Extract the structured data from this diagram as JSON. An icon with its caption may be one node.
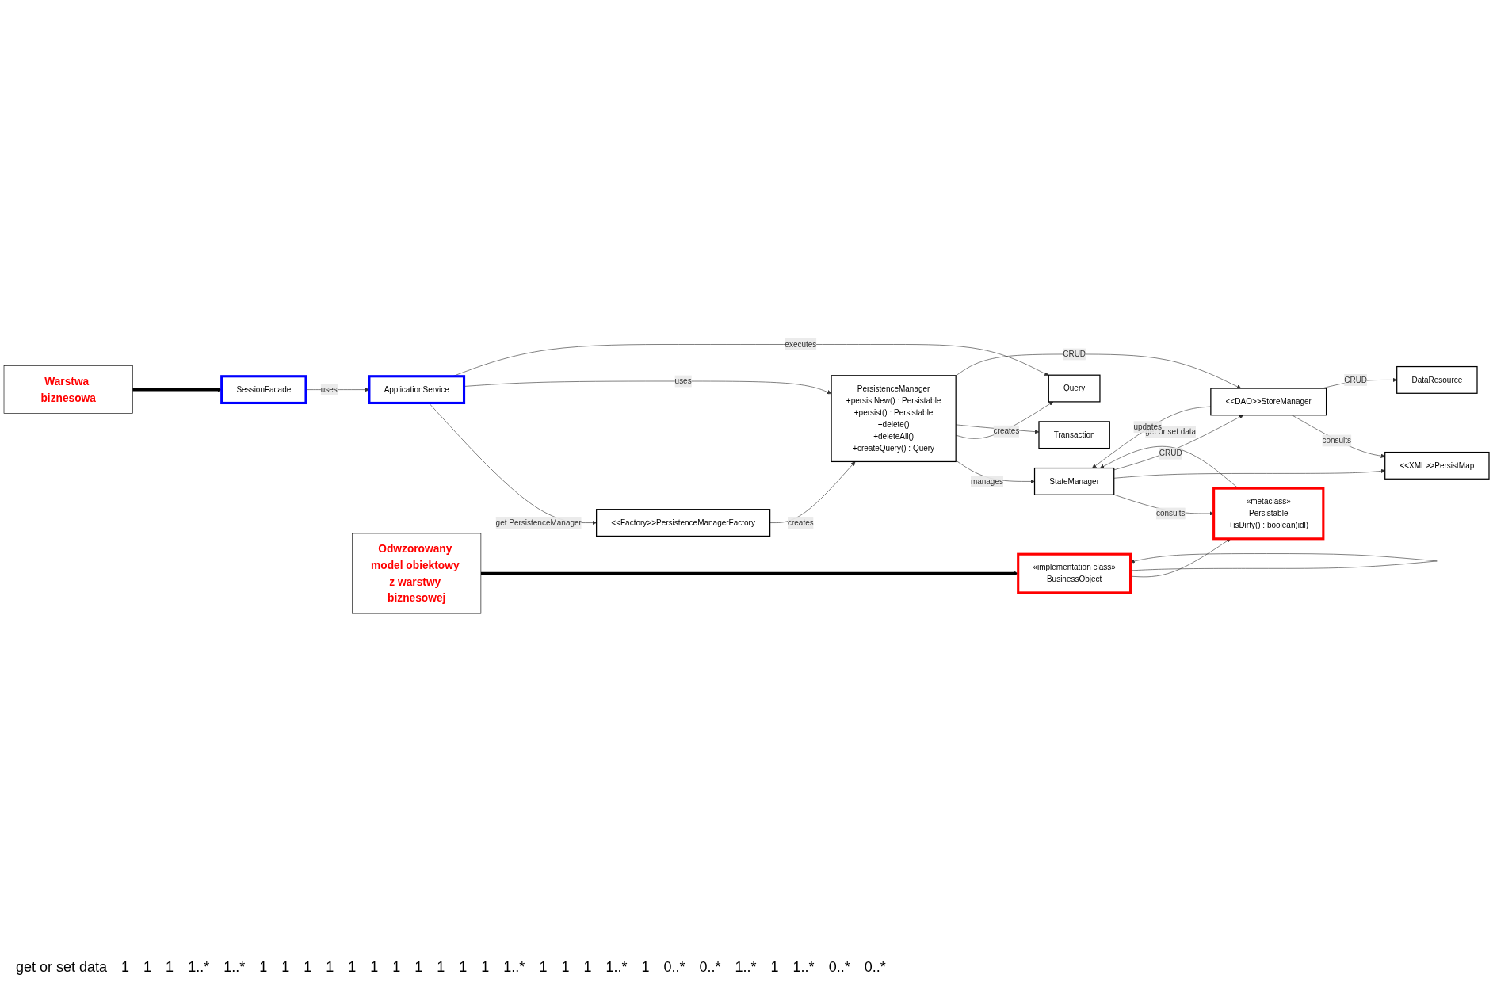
{
  "diagram": {
    "nodes": [
      {
        "text": [
          "<<Factory>>PersistenceManagerFactory"
        ]
      },
      {
        "text": [
          "PersistenceManager",
          "+persistNew() : Persistable",
          "+persist() : Persistable",
          "+delete()",
          "+deleteAll()",
          "+createQuery() : Query"
        ]
      },
      {
        "text": [
          "StateManager"
        ]
      },
      {
        "text": [
          "«metaclass»",
          "Persistable",
          "+isDirty() : boolean(idl)"
        ]
      },
      {
        "text": [
          "ApplicationService"
        ]
      },
      {
        "text": [
          "<<XML>>PersistMap"
        ]
      },
      {
        "text": [
          "<<DAO>>StoreManager"
        ]
      },
      {
        "text": [
          "SessionFacade"
        ]
      },
      {
        "text": [
          "Query"
        ]
      },
      {
        "text": [
          "Transaction"
        ]
      },
      {
        "text": [
          "DataResource"
        ]
      },
      {
        "text": [
          "«implementation class»",
          "BusinessObject"
        ]
      },
      {
        "text": [
          "Warstwa biznesowa"
        ]
      },
      {
        "text": [
          "Odwzorowany model obiektowy z warstwy biznesowej"
        ]
      }
    ],
    "edges": [
      {
        "from": 0,
        "to": 1,
        "arrow": "to",
        "label": "creates"
      },
      {
        "from": 4,
        "to": 0,
        "arrow": "to",
        "label": "get PersistenceManager"
      },
      {
        "from": 4,
        "to": 1,
        "arrow": "to",
        "label": "uses"
      },
      {
        "from": 4,
        "to": 8,
        "arrow": "to",
        "label": "executes"
      },
      {
        "from": 7,
        "to": 4,
        "arrow": "to",
        "label": "uses"
      },
      {
        "from": 1,
        "to": 2,
        "arrow": "to",
        "label": "manages"
      },
      {
        "from": 1,
        "to": 8,
        "arrow": "to",
        "label": "creates"
      },
      {
        "from": 1,
        "to": 9,
        "arrow": "to"
      },
      {
        "from": 1,
        "to": 6,
        "arrow": "to",
        "label": "CRUD"
      },
      {
        "from": 3,
        "to": 2,
        "arrow": "to",
        "label": "get or set data"
      },
      {
        "from": 2,
        "to": 3,
        "arrow": "to",
        "label": "consults"
      },
      {
        "from": 2,
        "to": 5,
        "arrow": "to"
      },
      {
        "from": 2,
        "to": 6,
        "arrow": "to",
        "label": "CRUD"
      },
      {
        "from": 6,
        "to": 2,
        "arrow": "to",
        "label": "updates"
      },
      {
        "from": 6,
        "to": 5,
        "arrow": "to",
        "label": "consults"
      },
      {
        "from": 6,
        "to": 10,
        "arrow": "to",
        "label": "CRUD"
      },
      {
        "from": 11,
        "to": 3,
        "arrow": "to"
      },
      {
        "from": 11,
        "to": 11,
        "arrow": "to"
      },
      {
        "from": 12,
        "to": 7,
        "arrow": "to",
        "style": "thick"
      },
      {
        "from": 13,
        "to": 11,
        "arrow": "to",
        "style": "thick"
      }
    ],
    "labels": [
      "get or set data",
      "1",
      "1",
      "1",
      "1..*",
      "1..*",
      "1",
      "1",
      "1",
      "1",
      "1",
      "1",
      "1",
      "1",
      "1",
      "1",
      "1",
      "1..*",
      "1",
      "1",
      "1",
      "1..*",
      "1",
      "0..*",
      "0..*",
      "1..*",
      "1",
      "1..*",
      "0..*",
      "0..*"
    ]
  }
}
